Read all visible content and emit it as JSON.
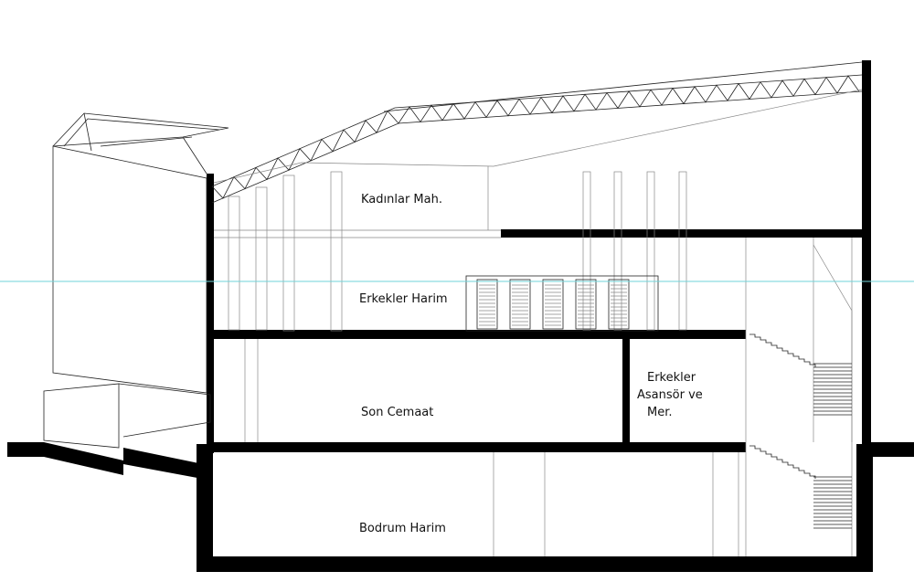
{
  "labels": {
    "kadinlar": "Kadınlar Mah.",
    "erkekler_harim": "Erkekler Harim",
    "son_cemaat": "Son Cemaat",
    "erkekler_asansor_line1": "Erkekler",
    "erkekler_asansor_line2": "Asansör ve",
    "erkekler_asansor_line3": "Mer.",
    "bodrum": "Bodrum Harim"
  },
  "colors": {
    "ink": "#000000",
    "guide_line": "#6fd3d8",
    "background": "#ffffff"
  }
}
